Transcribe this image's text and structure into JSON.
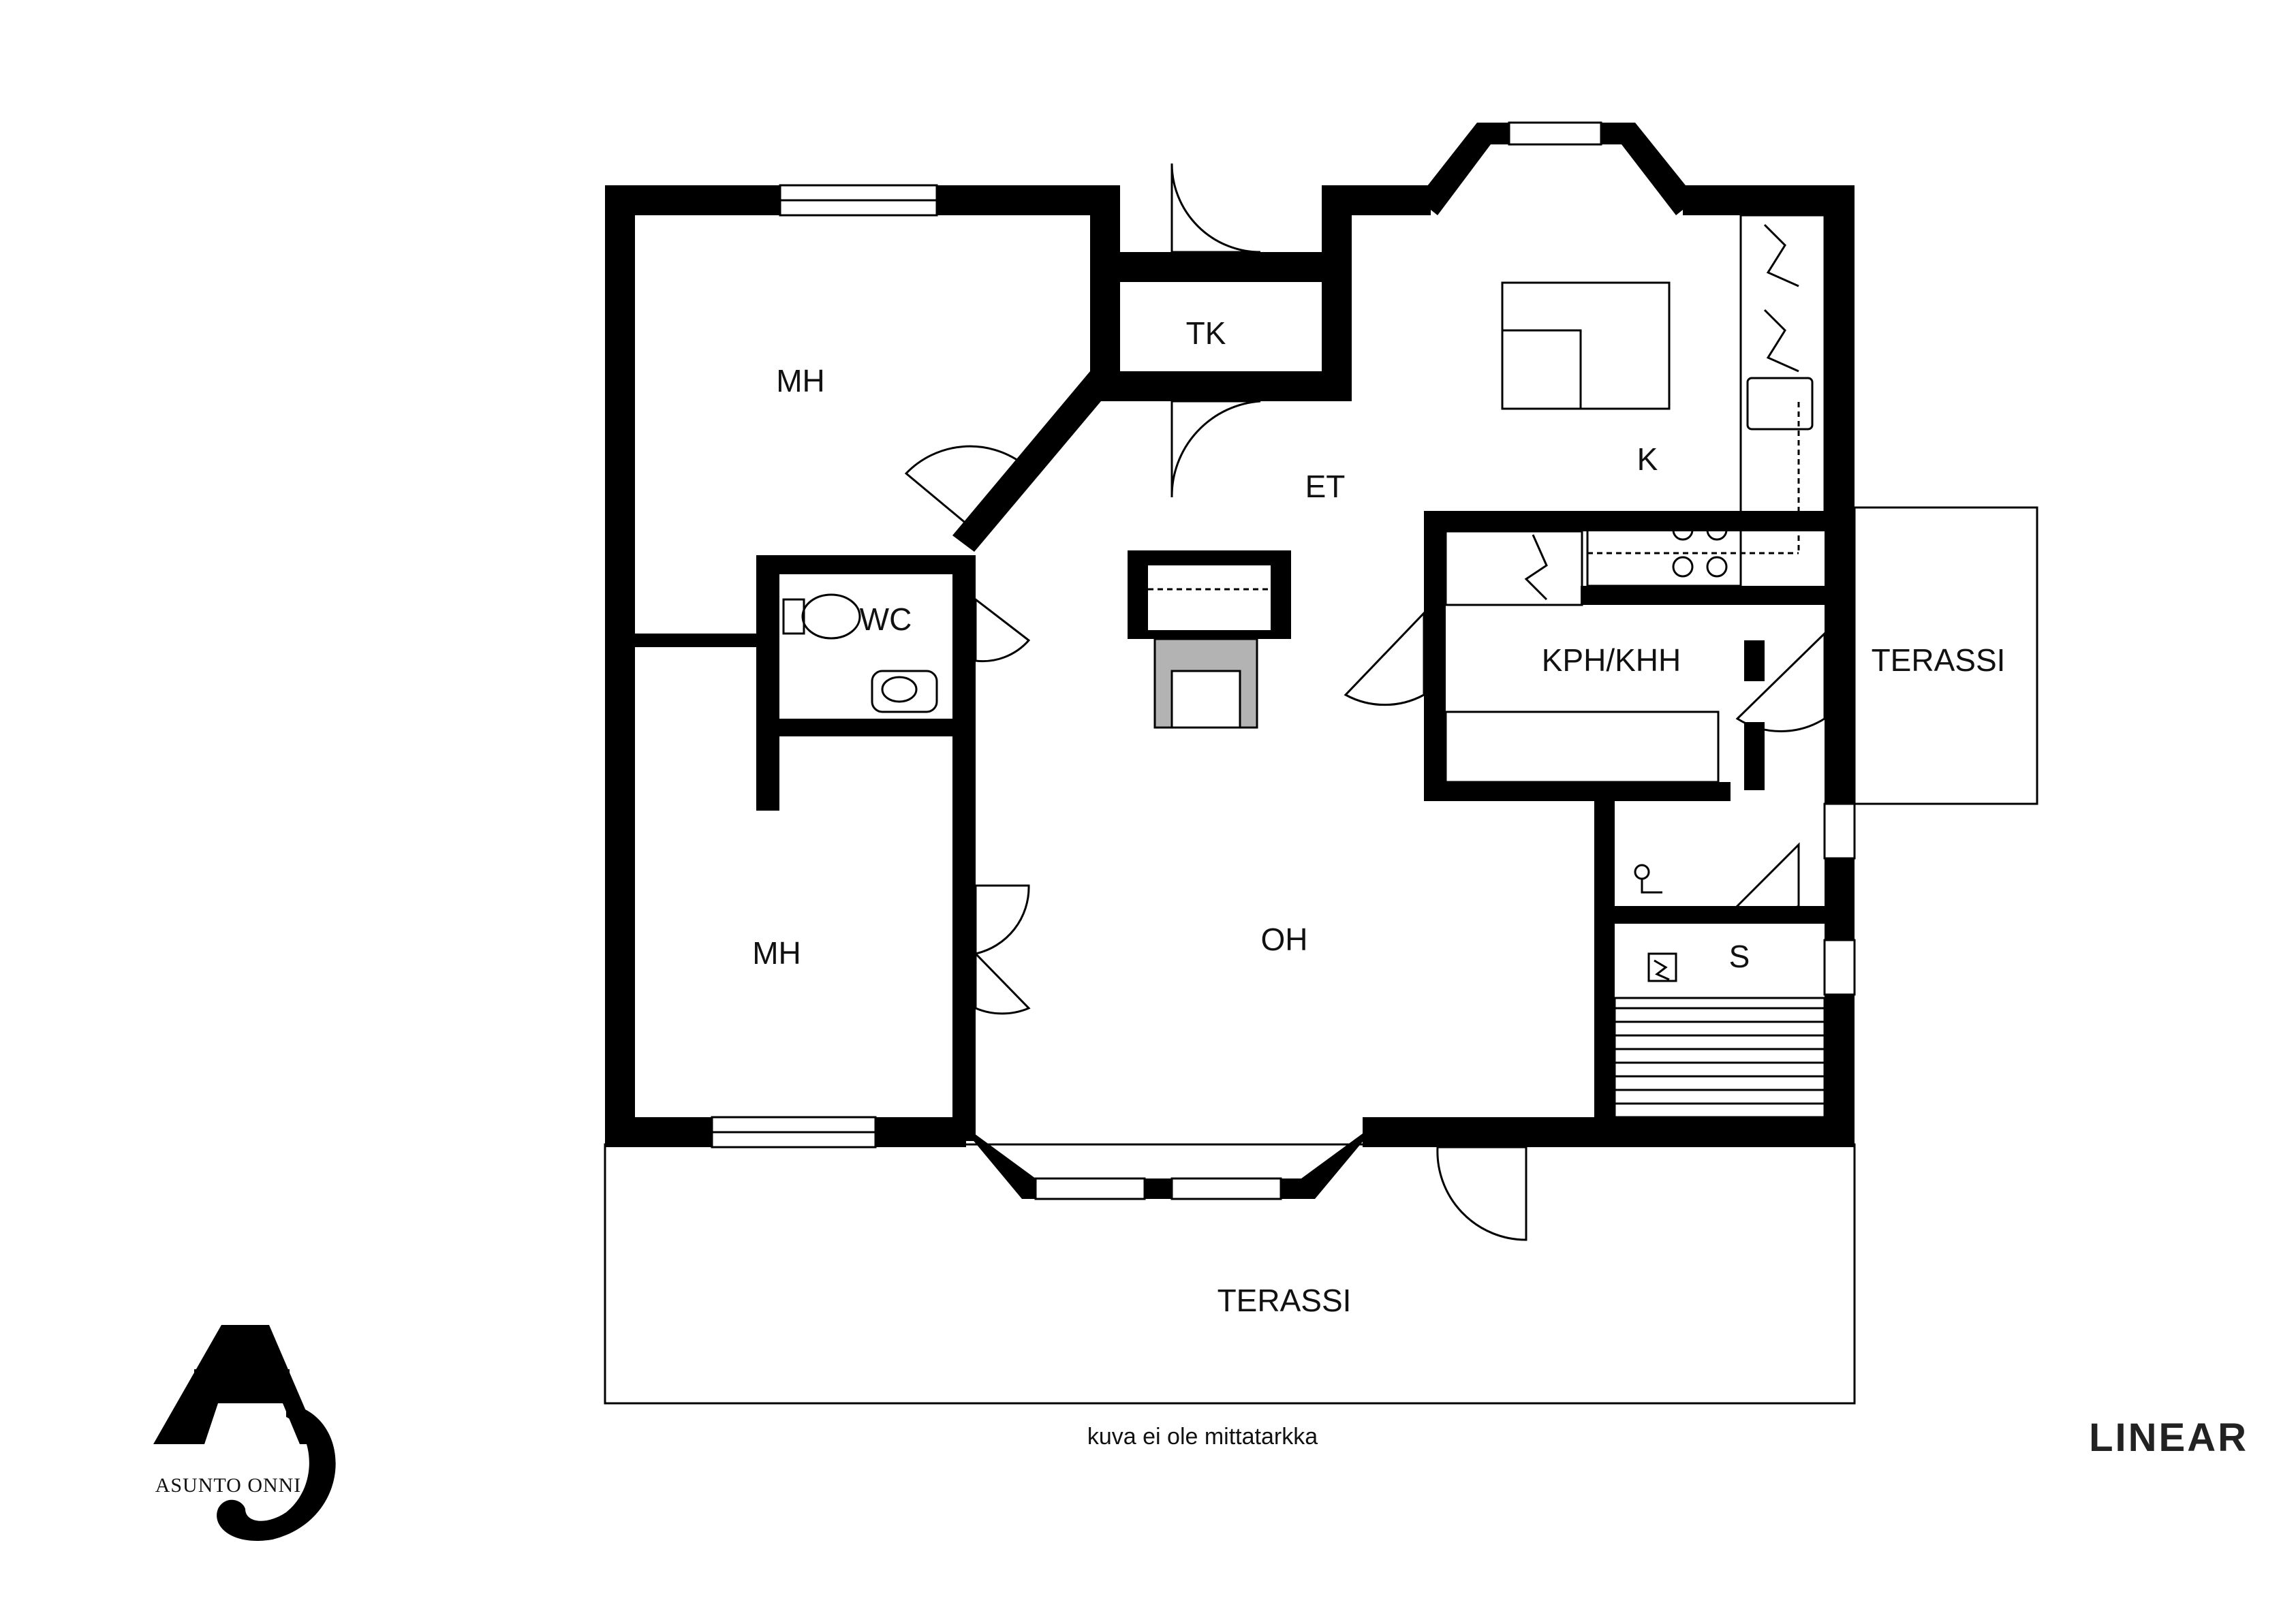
{
  "rooms": {
    "mh1": "MH",
    "mh2": "MH",
    "tk": "TK",
    "et": "ET",
    "k": "K",
    "wc": "WC",
    "kph_khh": "KPH/KHH",
    "terassi_east": "TERASSI",
    "oh": "OH",
    "s": "S",
    "terassi_south": "TERASSI"
  },
  "caption": "kuva ei ole mittatarkka",
  "brand": {
    "linear": "LINEAR",
    "logo_text": "ASUNTO ONNI"
  },
  "colors": {
    "wall": "#000000",
    "background": "#ffffff",
    "fireplace_fill": "#b3b3b3"
  }
}
